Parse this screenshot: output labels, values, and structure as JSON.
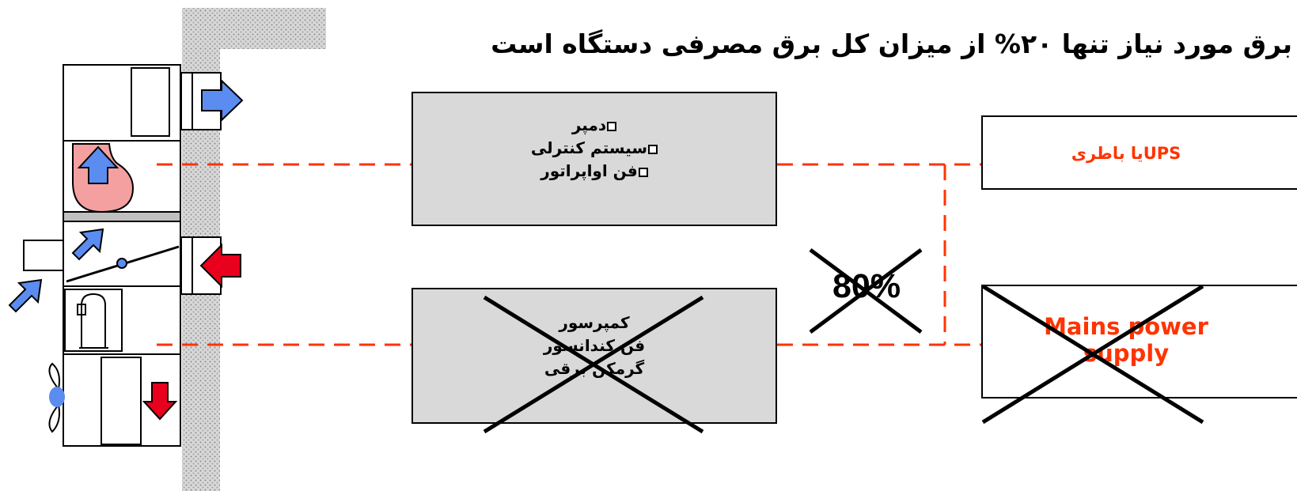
{
  "title": "برق مورد نیاز تنها ۲۰% از میزان کل برق مصرفی دستگاه است",
  "upper_box": {
    "items": [
      "دمپر",
      "سیستم کنترلی",
      "فن اواپراتور"
    ]
  },
  "lower_box": {
    "items": [
      "کمپرسور",
      "فن کندانسور",
      "گرمکن برقی"
    ]
  },
  "percent_label": "80%",
  "ups_box": {
    "label": "UPSیا باطری"
  },
  "mains_box": {
    "label_line1": "Mains power",
    "label_line2": "supply"
  },
  "colors": {
    "dashed_line": "#ff3300",
    "label_red": "#ff3300",
    "arrow_blue": "#5b8cf0",
    "arrow_red": "#e8001c",
    "fan_pink": "#f4a0a0",
    "box_gray": "#d9d9d9"
  }
}
